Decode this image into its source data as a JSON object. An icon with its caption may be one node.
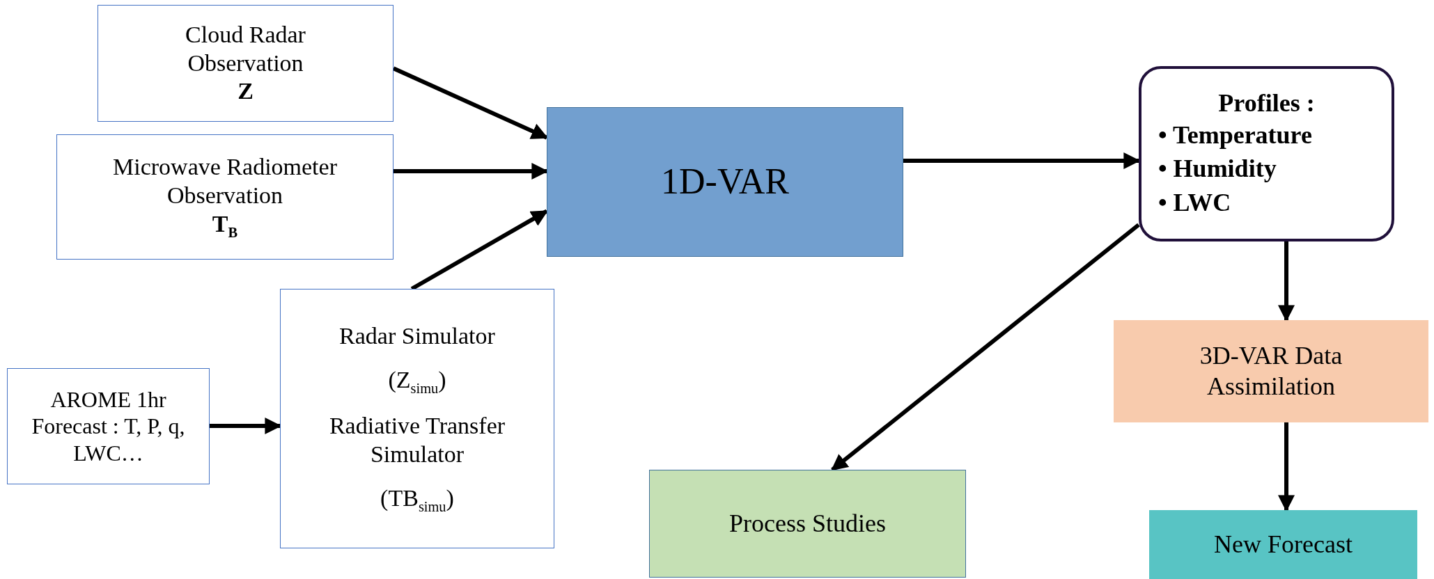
{
  "diagram": {
    "nodes": [
      {
        "text": [
          "Cloud Radar Observation",
          "Z"
        ]
      },
      {
        "text": [
          "Microwave Radiometer Observation",
          "T$_{B}$"
        ]
      },
      {
        "text": [
          "1D-VAR"
        ]
      },
      {
        "text": [
          "Profiles :",
          "• Temperature",
          "• Humidity",
          "• LWC"
        ]
      },
      {
        "text": [
          "AROME 1hr Forecast : T, P, q, LWC…"
        ]
      },
      {
        "text": [
          "Radar Simulator",
          "(Z$_{simu}$)",
          "Radiative Transfer Simulator",
          "(TB$_{simu}$)"
        ]
      },
      {
        "text": [
          "3D-VAR Data Assimilation"
        ]
      },
      {
        "text": [
          "Process Studies"
        ]
      },
      {
        "text": [
          "New Forecast"
        ]
      }
    ],
    "edges": [
      {
        "from": 0,
        "to": 2,
        "arrow": "to"
      },
      {
        "from": 1,
        "to": 2,
        "arrow": "to"
      },
      {
        "from": 5,
        "to": 2,
        "arrow": "to"
      },
      {
        "from": 4,
        "to": 5,
        "arrow": "to"
      },
      {
        "from": 2,
        "to": 3,
        "arrow": "to"
      },
      {
        "from": 3,
        "to": 7,
        "arrow": "to"
      },
      {
        "from": 3,
        "to": 6,
        "arrow": "to"
      },
      {
        "from": 6,
        "to": 8,
        "arrow": "to"
      }
    ]
  }
}
